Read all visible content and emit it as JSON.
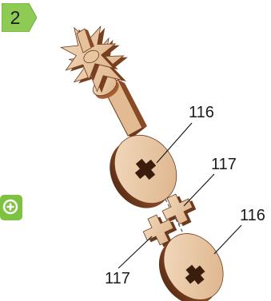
{
  "step": {
    "number": "2",
    "badge_color": "#7dc241"
  },
  "callouts": [
    {
      "label": "116",
      "part": "gear-disc-upper"
    },
    {
      "label": "117",
      "part": "cross-spacer-upper"
    },
    {
      "label": "116",
      "part": "gear-disc-lower"
    },
    {
      "label": "117",
      "part": "cross-spacer-lower"
    }
  ],
  "icons": {
    "side": "zoom-in-icon",
    "side_color": "#7dc241"
  },
  "colors": {
    "wood_light": "#e9c9a3",
    "wood_mid": "#d9a878",
    "wood_dark": "#6b3a1e",
    "wood_edge": "#8a4a26"
  }
}
